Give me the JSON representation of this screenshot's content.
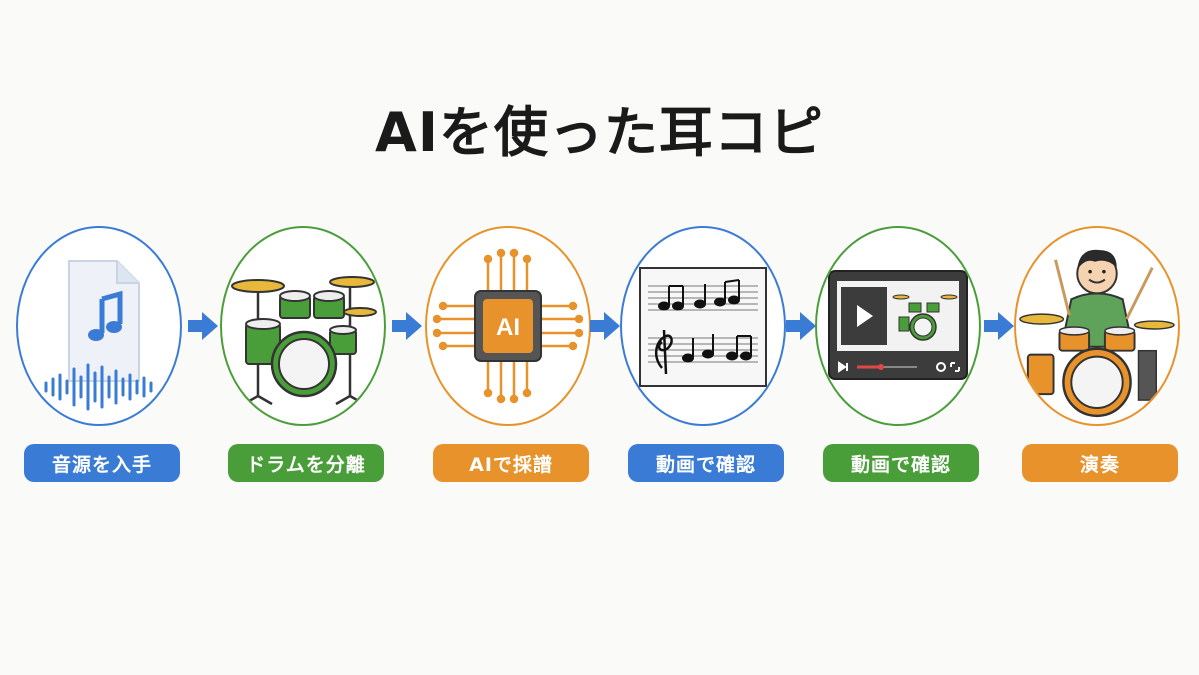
{
  "title": "AIを使った耳コピ",
  "colors": {
    "blue": "#3a7bd5",
    "green": "#4a9e3a",
    "orange": "#e8922b",
    "arrow": "#3a7bd5"
  },
  "steps": [
    {
      "label": "音源を入手",
      "color": "blue",
      "icon": "audio-file-icon"
    },
    {
      "label": "ドラムを分離",
      "color": "green",
      "icon": "drum-kit-icon"
    },
    {
      "label": "AIで採譜",
      "color": "orange",
      "icon": "ai-chip-icon"
    },
    {
      "label": "動画で確認",
      "color": "blue",
      "icon": "sheet-music-icon"
    },
    {
      "label": "動画で確認",
      "color": "green",
      "icon": "video-player-icon"
    },
    {
      "label": "演奏",
      "color": "orange",
      "icon": "drummer-icon"
    }
  ],
  "ai_chip_text": "AI"
}
